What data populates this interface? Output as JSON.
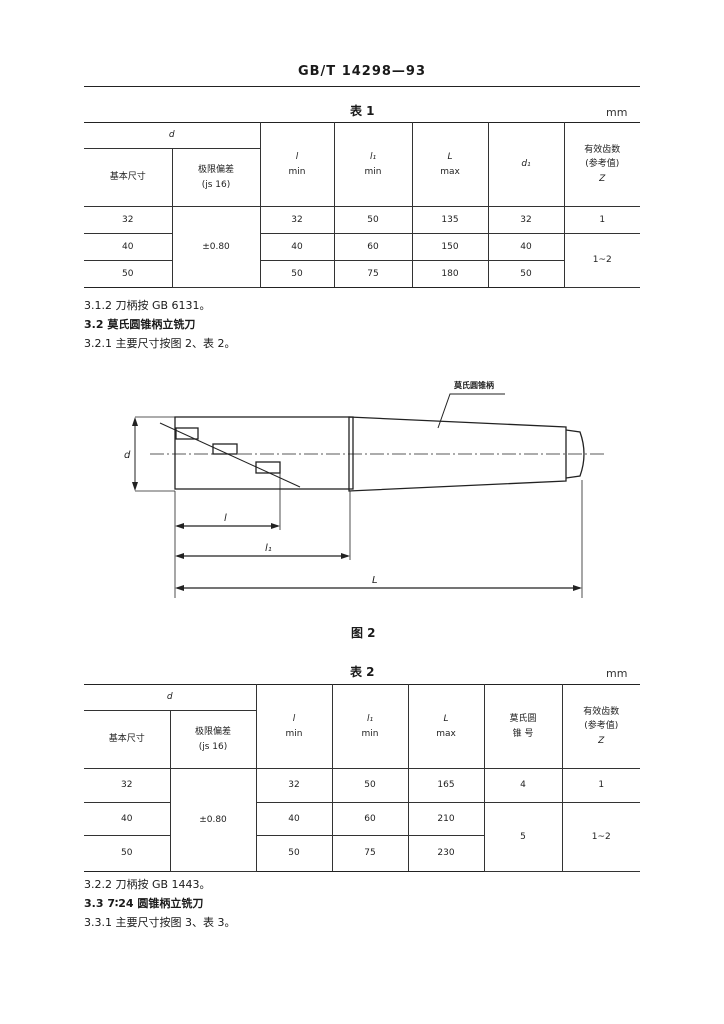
{
  "header": "GB/T 14298—93",
  "table1": {
    "caption": "表 1",
    "unit": "mm",
    "col_d": "d",
    "col_basic": "基本尺寸",
    "col_tol": "极限偏差",
    "col_tol_sub": "(js 16)",
    "col_l": "l",
    "col_l_sub": "min",
    "col_l1": "l₁",
    "col_l1_sub": "min",
    "col_L": "L",
    "col_L_sub": "max",
    "col_d1": "d₁",
    "col_z1": "有效齿数",
    "col_z2": "(参考值)",
    "col_z3": "Z",
    "tol_value": "±0.80",
    "rows": [
      {
        "basic": "32",
        "l": "32",
        "l1": "50",
        "L": "135",
        "d1": "32"
      },
      {
        "basic": "40",
        "l": "40",
        "l1": "60",
        "L": "150",
        "d1": "40"
      },
      {
        "basic": "50",
        "l": "50",
        "l1": "75",
        "L": "180",
        "d1": "50"
      }
    ],
    "z_first": "1",
    "z_rest": "1~2"
  },
  "para_312": "3.1.2   刀柄按 GB 6131。",
  "para_32": "3.2   莫氏圆锥柄立铣刀",
  "para_321": "3.2.1   主要尺寸按图 2、表 2。",
  "figure": {
    "callout": "莫氏圆锥柄",
    "label_d": "d",
    "label_l": "l",
    "label_l1": "l₁",
    "label_L": "L",
    "caption": "图 2"
  },
  "table2": {
    "caption": "表 2",
    "unit": "mm",
    "col_d": "d",
    "col_basic": "基本尺寸",
    "col_tol": "极限偏差",
    "col_tol_sub": "(js 16)",
    "col_l": "l",
    "col_l_sub": "min",
    "col_l1": "l₁",
    "col_l1_sub": "min",
    "col_L": "L",
    "col_L_sub": "max",
    "col_morse1": "莫氏圆",
    "col_morse2": "锥  号",
    "col_z1": "有效齿数",
    "col_z2": "(参考值)",
    "col_z3": "Z",
    "tol_value": "±0.80",
    "rows": [
      {
        "basic": "32",
        "l": "32",
        "l1": "50",
        "L": "165"
      },
      {
        "basic": "40",
        "l": "40",
        "l1": "60",
        "L": "210"
      },
      {
        "basic": "50",
        "l": "50",
        "l1": "75",
        "L": "230"
      }
    ],
    "morse_first": "4",
    "morse_rest": "5",
    "z_first": "1",
    "z_rest": "1~2"
  },
  "para_322": "3.2.2   刀柄按 GB 1443。",
  "para_33": "3.3   7∶24 圆锥柄立铣刀",
  "para_331": "3.3.1   主要尺寸按图 3、表 3。"
}
